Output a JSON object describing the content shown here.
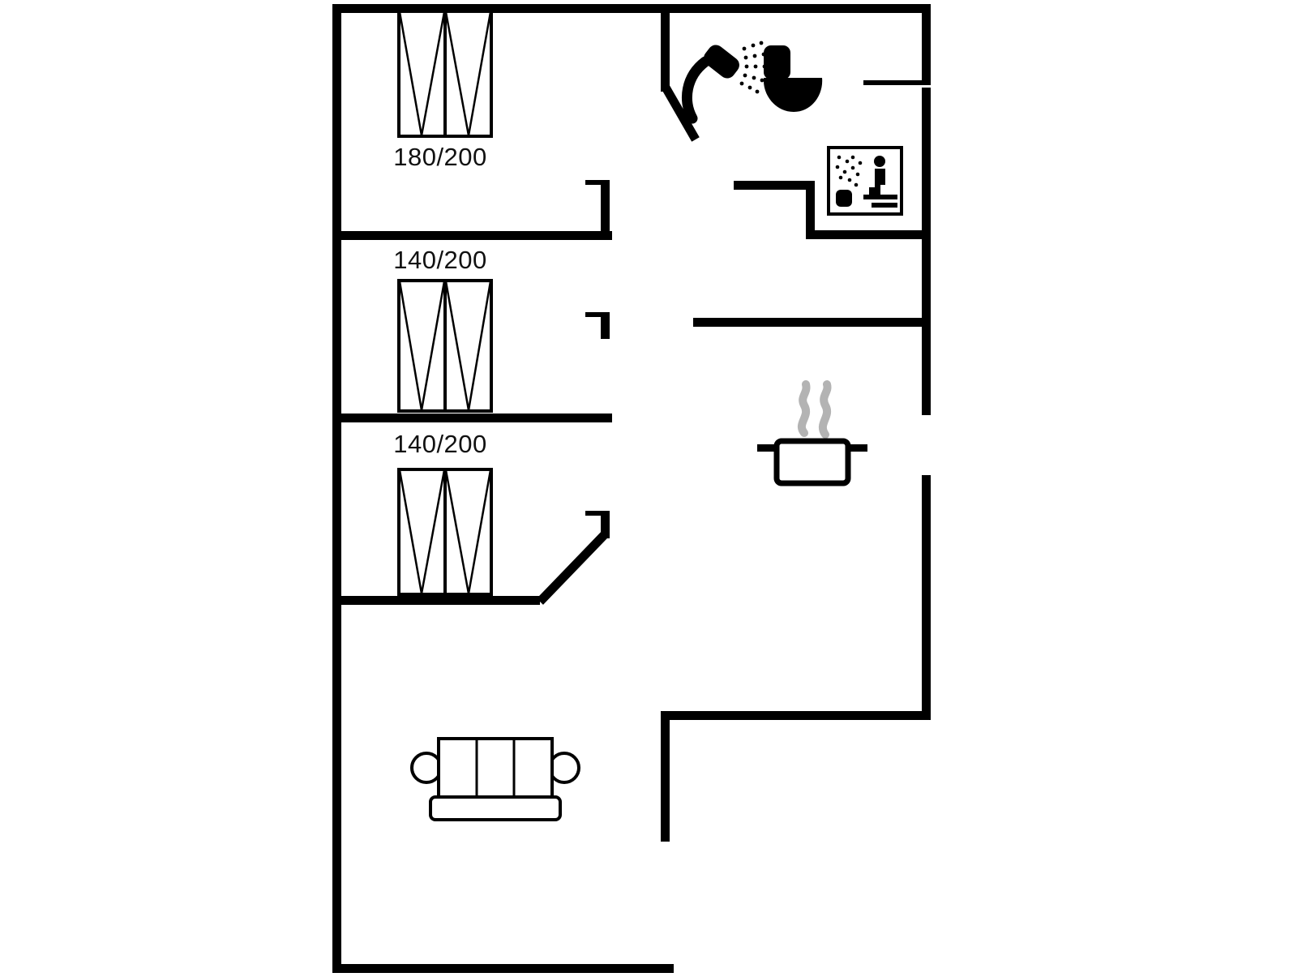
{
  "floorplan": {
    "title": "holiday-home-floor-plan",
    "colors": {
      "wall": "#000000",
      "background": "#ffffff",
      "steam": "#b3b3b3",
      "text": "#111111"
    },
    "bedrooms": [
      {
        "bed_size_label": "180/200"
      },
      {
        "bed_size_label": "140/200"
      },
      {
        "bed_size_label": "140/200"
      }
    ],
    "fixtures": [
      {
        "name": "shower-icon",
        "room": "bathroom"
      },
      {
        "name": "toilet-icon",
        "room": "bathroom"
      },
      {
        "name": "sauna-icon",
        "room": "sauna"
      },
      {
        "name": "cooking-pot-icon",
        "room": "kitchen"
      },
      {
        "name": "sofa-icon",
        "room": "living-room"
      }
    ]
  }
}
